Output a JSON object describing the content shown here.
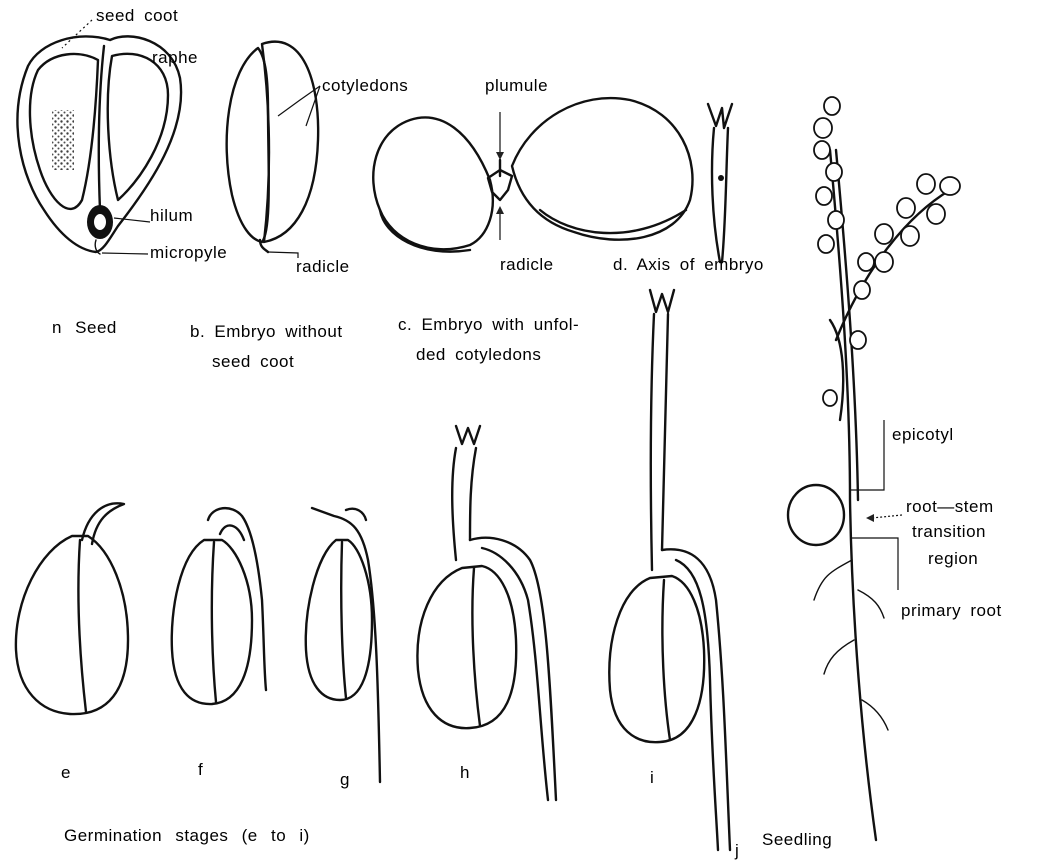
{
  "labels": {
    "seed_coat": "seed coot",
    "raphe": "raphe",
    "hilum": "hilum",
    "micropyle": "micropyle",
    "caption_a": "n Seed",
    "cotyledons": "cotyledons",
    "radicle_b": "radicle",
    "caption_b_line1": "b. Embryo without",
    "caption_b_line2": "seed coot",
    "plumule": "plumule",
    "radicle_c": "radicle",
    "caption_c_line1": "c. Embryo with unfol-",
    "caption_c_line2": "ded cotyledons",
    "caption_d": "d. Axis of embryo",
    "epicotyl": "epicotyl",
    "transition_line1": "root—stem",
    "transition_line2": "transition",
    "transition_line3": "region",
    "primary_root": "primary root",
    "stage_e": "e",
    "stage_f": "f",
    "stage_g": "g",
    "stage_h": "h",
    "stage_i": "i",
    "stage_j": "j",
    "caption_germination": "Germination stages (e to i)",
    "caption_seedling": "Seedling"
  }
}
